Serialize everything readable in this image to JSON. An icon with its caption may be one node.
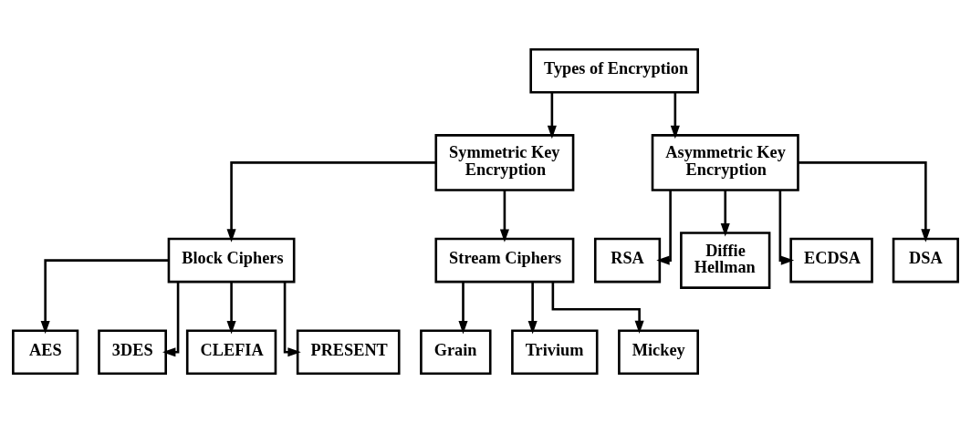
{
  "diagram": {
    "nodes": [
      {
        "text": [
          "Types of Encryption"
        ]
      },
      {
        "text": [
          "Symmetric Key Encryption"
        ]
      },
      {
        "text": [
          "Asymmetric Key Encryption"
        ]
      },
      {
        "text": [
          "Block Ciphers"
        ]
      },
      {
        "text": [
          "Stream Ciphers"
        ]
      },
      {
        "text": [
          "RSA"
        ]
      },
      {
        "text": [
          "Diffie Hellman"
        ]
      },
      {
        "text": [
          "ECDSA"
        ]
      },
      {
        "text": [
          "DSA"
        ]
      },
      {
        "text": [
          "AES"
        ]
      },
      {
        "text": [
          "3DES"
        ]
      },
      {
        "text": [
          "CLEFIA"
        ]
      },
      {
        "text": [
          "PRESENT"
        ]
      },
      {
        "text": [
          "Grain"
        ]
      },
      {
        "text": [
          "Trivium"
        ]
      },
      {
        "text": [
          "Mickey"
        ]
      }
    ],
    "edges": [
      {
        "from": 0,
        "to": 1,
        "arrow": "to"
      },
      {
        "from": 0,
        "to": 2,
        "arrow": "to"
      },
      {
        "from": 1,
        "to": 3,
        "arrow": "to"
      },
      {
        "from": 1,
        "to": 4,
        "arrow": "to"
      },
      {
        "from": 2,
        "to": 5,
        "arrow": "to"
      },
      {
        "from": 2,
        "to": 6,
        "arrow": "to"
      },
      {
        "from": 2,
        "to": 7,
        "arrow": "to"
      },
      {
        "from": 2,
        "to": 8,
        "arrow": "to"
      },
      {
        "from": 3,
        "to": 9,
        "arrow": "to"
      },
      {
        "from": 3,
        "to": 10,
        "arrow": "to"
      },
      {
        "from": 3,
        "to": 11,
        "arrow": "to"
      },
      {
        "from": 3,
        "to": 12,
        "arrow": "to"
      },
      {
        "from": 4,
        "to": 13,
        "arrow": "to"
      },
      {
        "from": 4,
        "to": 14,
        "arrow": "to"
      },
      {
        "from": 4,
        "to": 15,
        "arrow": "to"
      }
    ]
  }
}
